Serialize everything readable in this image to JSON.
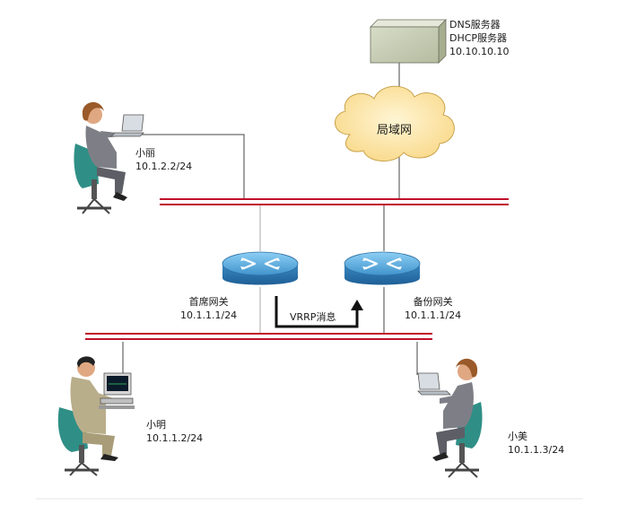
{
  "dns_server": {
    "line1": "DNS服务器",
    "line2": "DHCP服务器",
    "line3": "10.10.10.10"
  },
  "lan_cloud": "局域网",
  "users": {
    "xiaoli": {
      "name": "小丽",
      "ip": "10.1.2.2/24"
    },
    "xiaoming": {
      "name": "小明",
      "ip": "10.1.1.2/24"
    },
    "xiaomei": {
      "name": "小美",
      "ip": "10.1.1.3/24"
    }
  },
  "routers": {
    "primary": {
      "name": "首席网关",
      "ip": "10.1.1.1/24"
    },
    "backup": {
      "name": "备份网关",
      "ip": "10.1.1.1/24"
    }
  },
  "vrrp_message": "VRRP消息",
  "colors": {
    "bus": "#c0102a",
    "router_blue": "#4f9fd4",
    "server": "#c9cfb8",
    "cloud": "#fde7a8",
    "chair": "#2f8f86",
    "skin": "#e0a882",
    "hair": "#9a5a2a"
  }
}
